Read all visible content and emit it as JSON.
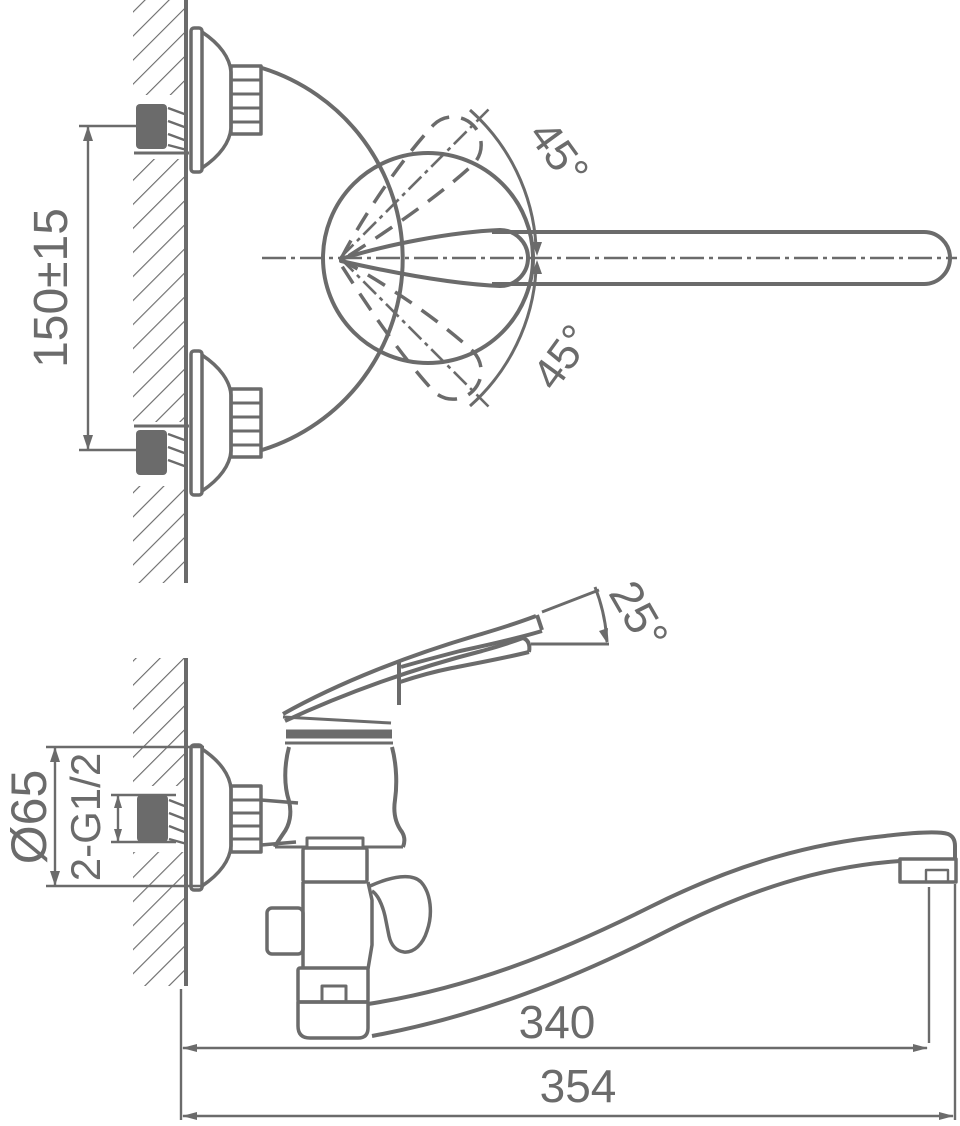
{
  "drawing": {
    "kind": "wall-mounted single-lever mixer installation drawing",
    "views": {
      "plan_view": "faucet seen from above with handle swivel range",
      "elevation_view": "faucet seen from the side with spout reach"
    },
    "labels": {
      "mount_distance": "150±15",
      "swivel_angle_upper": "45°",
      "swivel_angle_lower": "45°",
      "handle_lift_angle": "25°",
      "escutcheon_diameter": "Ø65",
      "thread_spec": "2-G1/2",
      "spout_reach": "340",
      "overall_reach": "354"
    },
    "colors": {
      "line": "#6b6b6b",
      "background": "#ffffff",
      "section_fill": "#6b6b6b"
    }
  }
}
